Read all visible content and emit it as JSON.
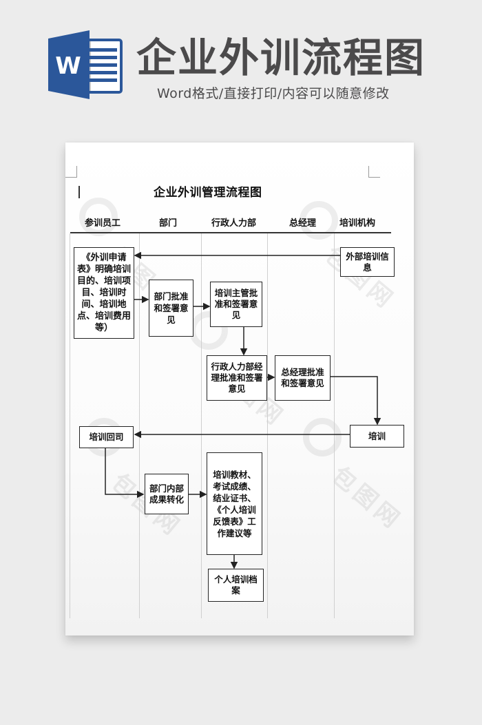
{
  "banner": {
    "logo_letter": "W",
    "title": "企业外训流程图",
    "subtitle": "Word格式/直接打印/内容可以随意修改",
    "colors": {
      "word_blue": "#2b579a",
      "title_gray": "#4b4a4b"
    }
  },
  "document": {
    "title": "企业外训管理流程图",
    "lanes": [
      "参训员工",
      "部门",
      "行政人力部",
      "总经理",
      "培训机构"
    ],
    "boxes": {
      "application": "《外训申请表》明确培训目的、培训项目、培训时间、培训地点、培训费用等）",
      "dept_approve": "部门批准和签署意见",
      "training_supervisor": "培训主管批准和签署意见",
      "external_info": "外部培训信息",
      "hr_manager": "行政人力部经理批准和签署意见",
      "gm_approve": "总经理批准和签署意见",
      "training": "培训",
      "return": "培训回司",
      "dept_transform": "部门内部成果转化",
      "materials": "培训教材、考试成绩、结业证书、《个人培训反馈表》工作建议等",
      "archive": "个人培训档案"
    },
    "watermark": "包图网"
  }
}
